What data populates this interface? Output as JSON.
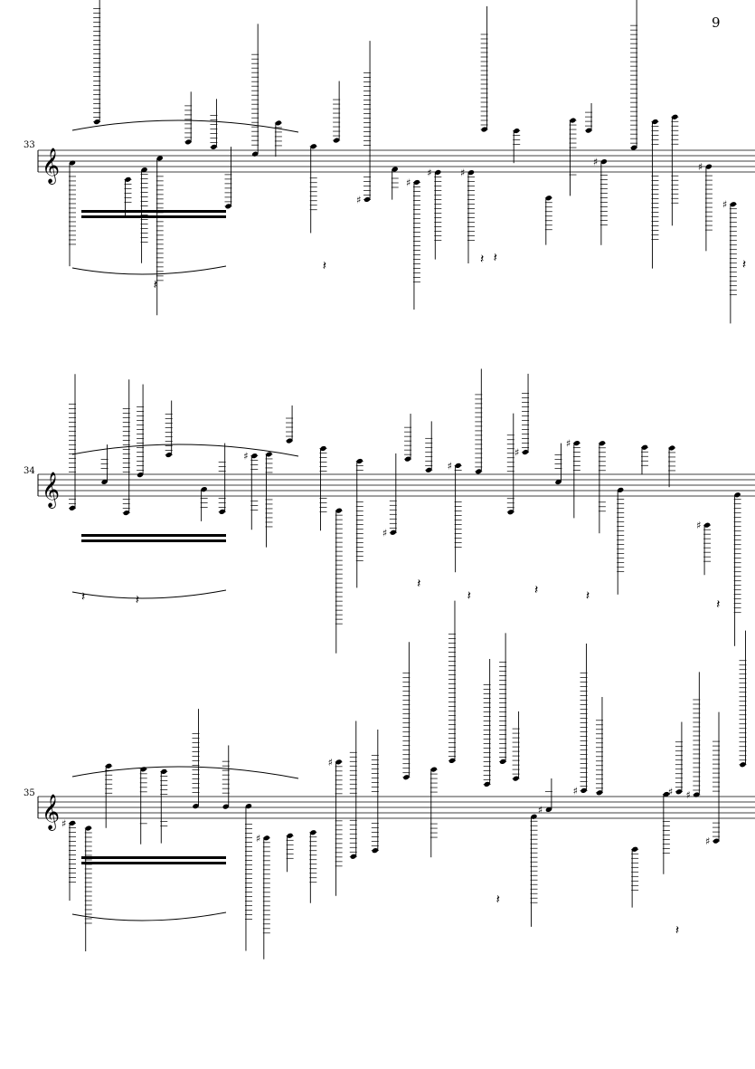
{
  "page": {
    "number": "9"
  },
  "systems": [
    {
      "measure_number": "33"
    },
    {
      "measure_number": "34"
    },
    {
      "measure_number": "35"
    }
  ],
  "clef": "treble-clef",
  "ink_color": "#000000"
}
